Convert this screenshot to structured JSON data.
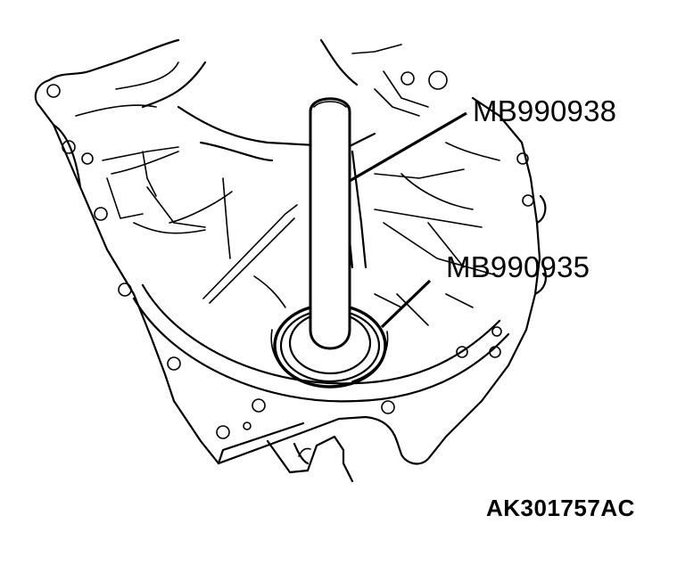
{
  "diagram": {
    "description": "Installation of oil seal into transmission case using special tools",
    "callouts": [
      {
        "id": "tool-1",
        "label": "MB990938",
        "target": "installer-bar"
      },
      {
        "id": "tool-2",
        "label": "MB990935",
        "target": "installer-adapter"
      }
    ],
    "figure_code": "AK301757AC",
    "colors": {
      "line": "#000000",
      "background": "#ffffff"
    }
  }
}
